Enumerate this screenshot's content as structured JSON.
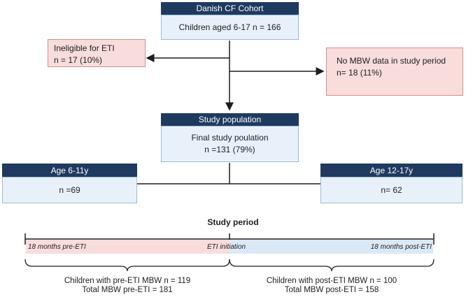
{
  "cohort": {
    "header": "Danish CF Cohort",
    "body": "Children aged 6-17 n = 166"
  },
  "ineligible": {
    "line1": "Ineligible for ETI",
    "line2": "n = 17 (10%)"
  },
  "no_mbw": {
    "line1": "No MBW data in study period",
    "line2": "n= 18 (11%)"
  },
  "study_population": {
    "header": "Study population",
    "line1": "Final study poulation",
    "line2": "n =131 (79%)"
  },
  "age_young": {
    "header": "Age 6-11y",
    "body": "n =69"
  },
  "age_old": {
    "header": "Age 12-17y",
    "body": "n= 62"
  },
  "timeline": {
    "title": "Study period",
    "pre_label": "18 months pre-ETI",
    "initiation_label": "ETI initiation",
    "post_label": "18 months post-ETI",
    "pre_color": "#f9dcdc",
    "post_color": "#dbe9f7"
  },
  "pre_summary": {
    "line1": "Children with pre-ETI MBW n = 119",
    "line2": "Total MBW pre-ETI = 181"
  },
  "post_summary": {
    "line1": "Children with post-ETI MBW n = 100",
    "line2": "Total MBW post-ETI = 158"
  },
  "colors": {
    "header": "#1f3a5f",
    "blue_fill": "#e8f1fa",
    "pink_fill": "#f9dcdc",
    "line": "#1e1e1e"
  }
}
